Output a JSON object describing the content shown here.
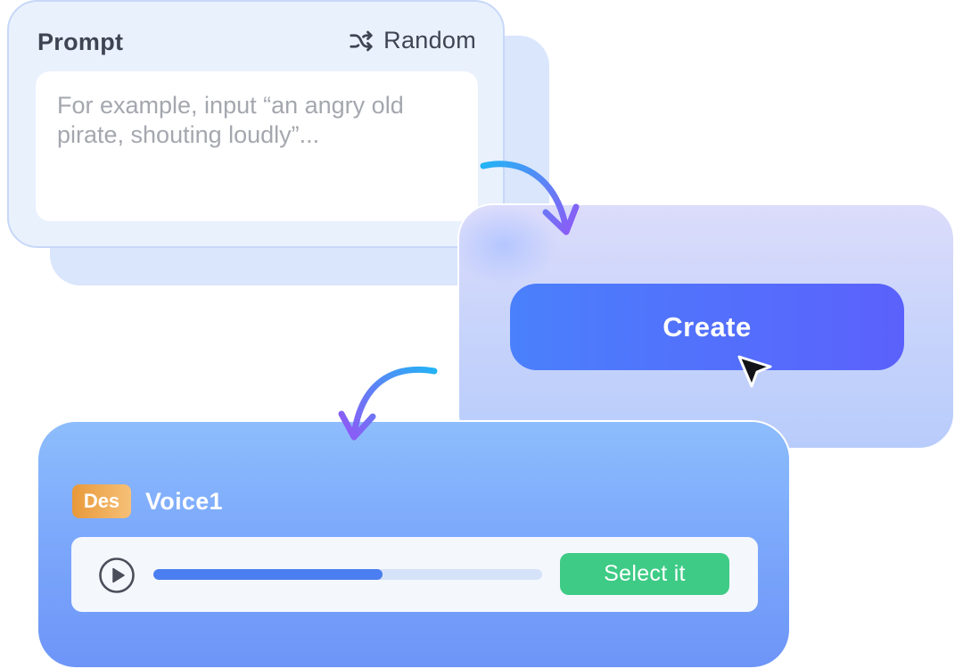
{
  "prompt": {
    "title": "Prompt",
    "random_label": "Random",
    "placeholder": "For example, input “an angry old pirate, shouting loudly”...",
    "value": ""
  },
  "create": {
    "button_label": "Create"
  },
  "voice": {
    "badge": "Des",
    "name": "Voice1",
    "progress": 0.59,
    "select_label": "Select it"
  },
  "icons": {
    "random": "shuffle-icon",
    "cursor": "pointer-cursor-icon",
    "play": "play-icon",
    "flow_arrows": "curved-arrow-icon"
  },
  "colors": {
    "create_gradient_start": "#4a80fb",
    "create_gradient_end": "#5b61fc",
    "select_button": "#3ecb85",
    "progress_fill": "#4b7ef0",
    "badge_gradient_start": "#e8993a",
    "badge_gradient_end": "#f6c077",
    "arrow_gradient_start": "#22b4f5",
    "arrow_gradient_end": "#8b5cf6"
  }
}
